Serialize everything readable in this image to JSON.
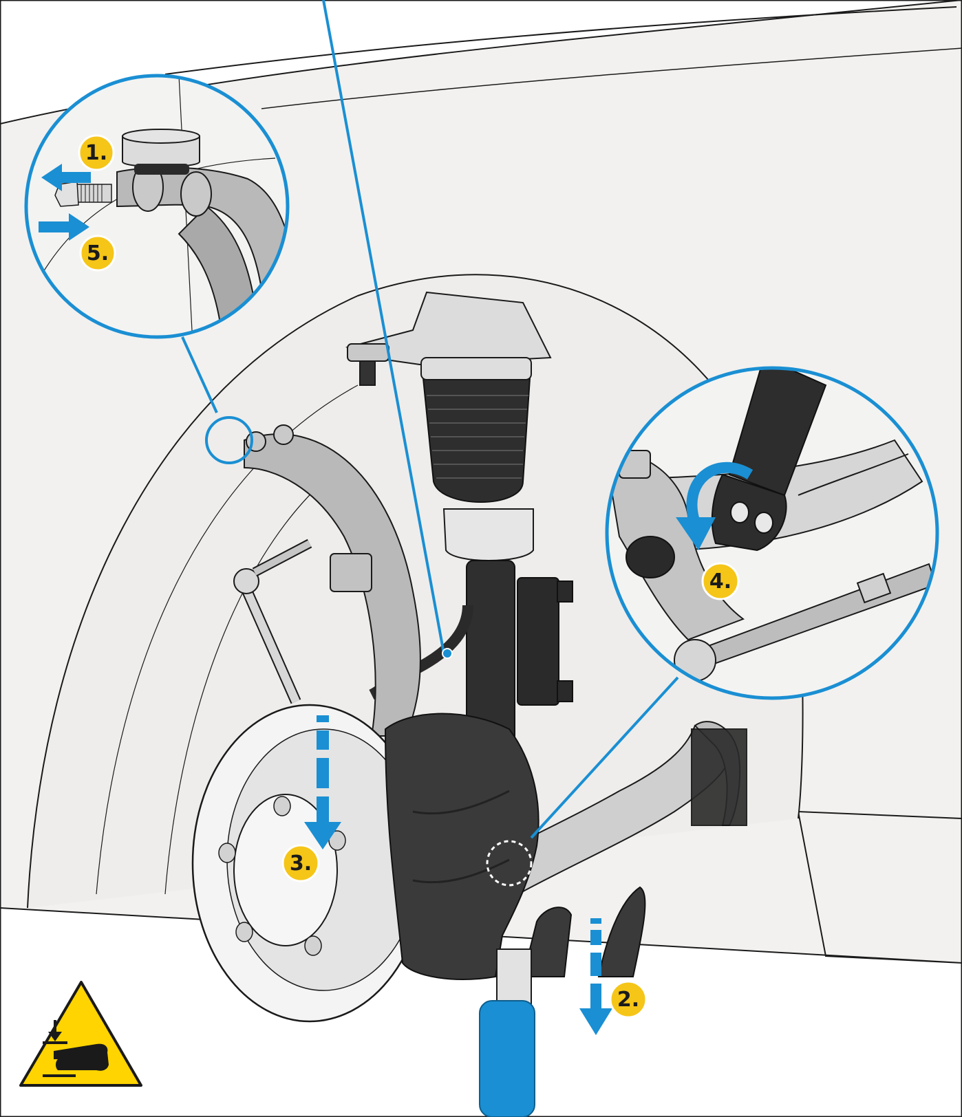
{
  "steps": [
    {
      "id": "step-1",
      "label": "1."
    },
    {
      "id": "step-2",
      "label": "2."
    },
    {
      "id": "step-3",
      "label": "3."
    },
    {
      "id": "step-4",
      "label": "4."
    },
    {
      "id": "step-5",
      "label": "5."
    }
  ],
  "colors": {
    "accent_blue": "#1a8fd3",
    "badge_yellow": "#f5c518",
    "panel_bg": "#f2f1ef",
    "part_grey": "#b9b9b9",
    "part_dark": "#3a3a3a",
    "outline": "#1a1a1a",
    "warning_yellow": "#ffd400"
  },
  "icons": {
    "warning": "crush-hazard-hand-warning-icon"
  }
}
